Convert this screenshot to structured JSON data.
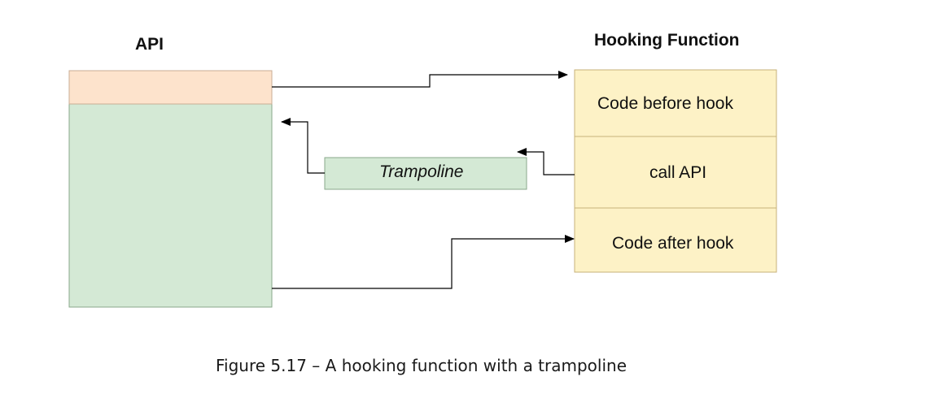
{
  "api": {
    "title": "API",
    "header_color": "#fde3cc",
    "body_color": "#d4e9d5"
  },
  "hooking_function": {
    "title": "Hooking Function",
    "fill_color": "#fdf2c6",
    "sections": [
      {
        "label": "Code before hook"
      },
      {
        "label": "call API"
      },
      {
        "label": "Code after hook"
      }
    ]
  },
  "trampoline": {
    "label": "Trampoline",
    "fill_color": "#d4e9d5"
  },
  "caption": "Figure 5.17 – A hooking function with a trampoline"
}
